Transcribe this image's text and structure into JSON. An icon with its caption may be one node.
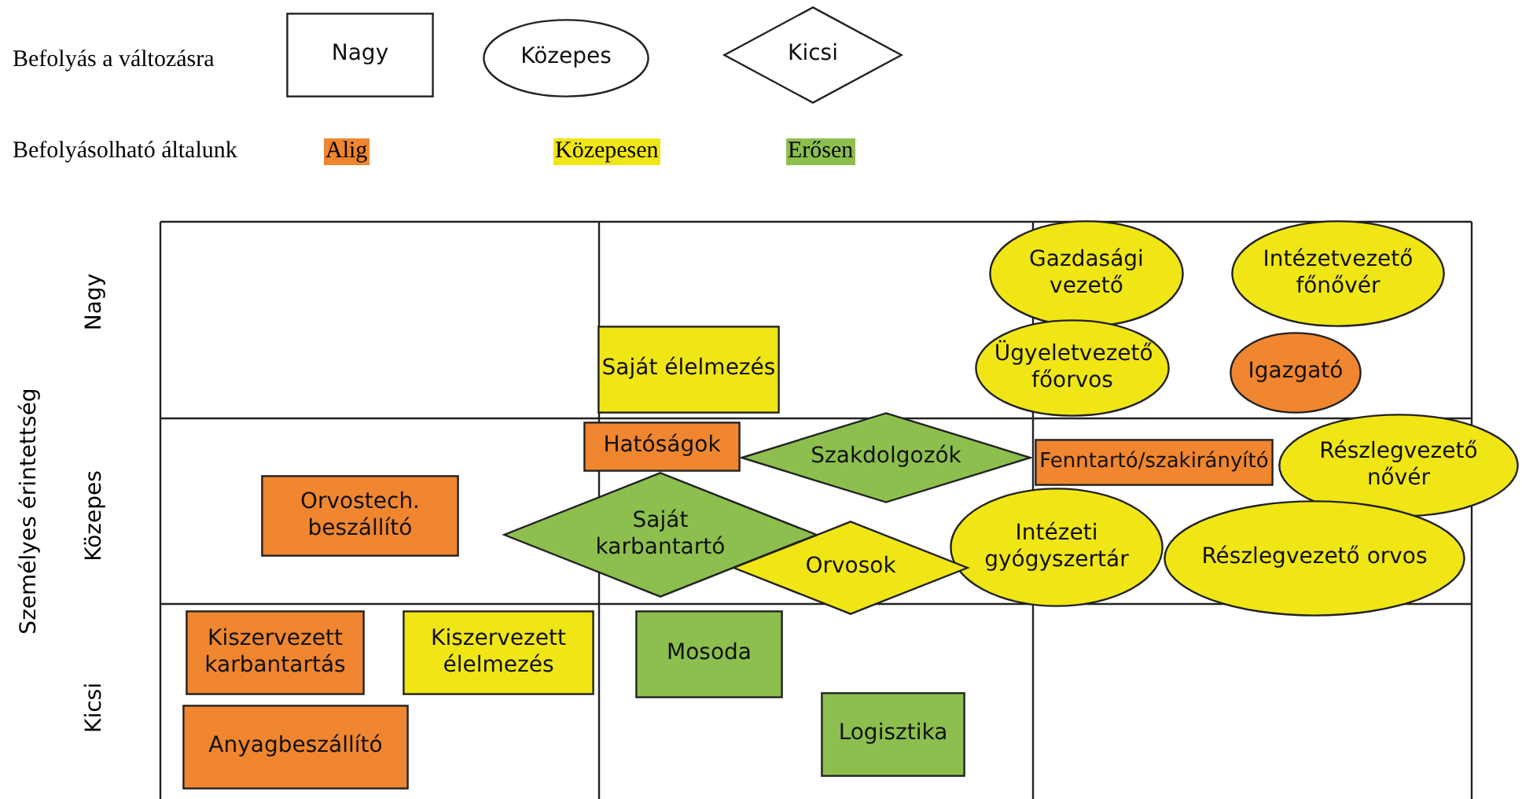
{
  "diagram": {
    "nodes": [
      {
        "text": [
          "Nagy"
        ]
      },
      {
        "text": [
          "Közepes"
        ]
      },
      {
        "text": [
          "Kicsi"
        ]
      },
      {
        "text": [
          "Gazdasági vezető"
        ]
      },
      {
        "text": [
          "Intézetvezető főnővér"
        ]
      },
      {
        "text": [
          "Saját élelmezés"
        ]
      },
      {
        "text": [
          "Ügyeletvezető főorvos"
        ]
      },
      {
        "text": [
          "Igazgató"
        ]
      },
      {
        "text": [
          "Hatóságok"
        ]
      },
      {
        "text": [
          "Szakdolgozók"
        ]
      },
      {
        "text": [
          "Fenntartó/szakirányító"
        ]
      },
      {
        "text": [
          "Részlegvezető nővér"
        ]
      },
      {
        "text": [
          "Orvostech. beszállító"
        ]
      },
      {
        "text": [
          "Saját karbantartó"
        ]
      },
      {
        "text": [
          "Intézeti gyógyszertár"
        ]
      },
      {
        "text": [
          "Orvosok"
        ]
      },
      {
        "text": [
          "Részlegvezető orvos"
        ]
      },
      {
        "text": [
          "Kiszervezett karbantartás"
        ]
      },
      {
        "text": [
          "Kiszervezett élelmezés"
        ]
      },
      {
        "text": [
          "Mosoda"
        ]
      },
      {
        "text": [
          "Anyagbeszállító"
        ]
      },
      {
        "text": [
          "Logisztika"
        ]
      }
    ],
    "edges": [],
    "labels": [
      "Befolyás a változásra",
      "Befolyásolható általunk",
      "Személyes érintettség",
      "Nagy",
      "Közepes",
      "Kicsi"
    ],
    "legend": [
      {
        "text": "Alig",
        "color": "#f0862f"
      },
      {
        "text": "Közepesen",
        "color": "#f0e616"
      },
      {
        "text": "Erősen",
        "color": "#8dbf4f"
      }
    ]
  }
}
